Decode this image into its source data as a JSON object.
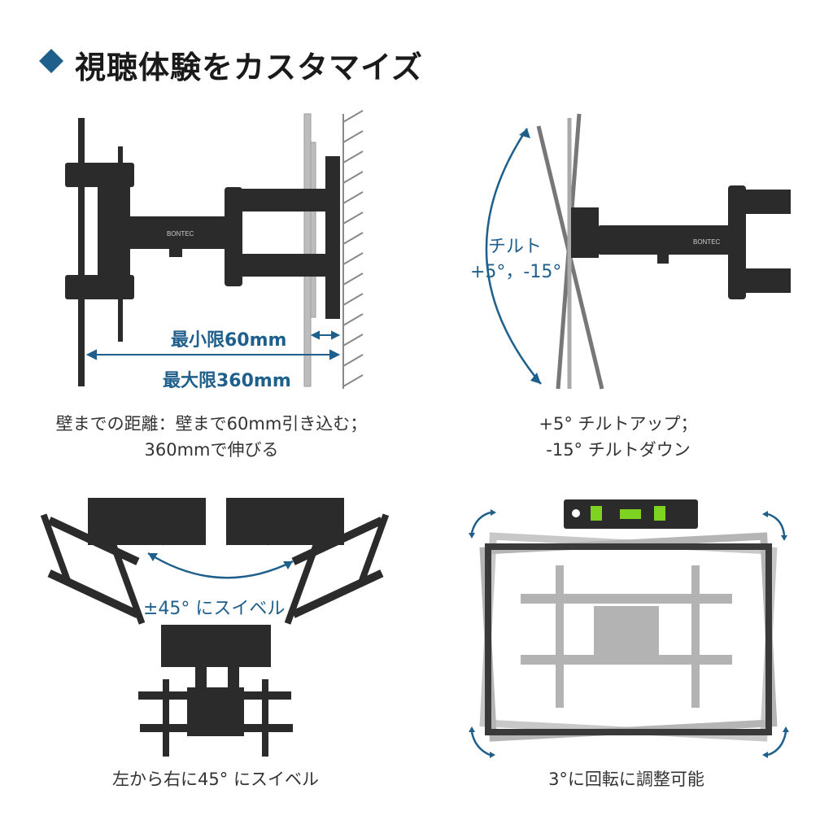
{
  "header": {
    "title": "視聴体験をカスタマイズ"
  },
  "panel_distance": {
    "brand": "BONTEC",
    "min_label": "最小限60mm",
    "max_label": "最大限360mm",
    "caption_line1": "壁までの距離：壁まで60mm引き込む；",
    "caption_line2": "360mmで伸びる"
  },
  "panel_tilt": {
    "brand": "BONTEC",
    "arc_label_line1": "チルト",
    "arc_label_line2": "+5°，-15°",
    "caption_line1": "+5° チルトアップ；",
    "caption_line2": "-15° チルトダウン"
  },
  "panel_swivel": {
    "arc_label": "±45° にスイベル",
    "caption": "左から右に45° にスイベル"
  },
  "panel_rotate": {
    "caption": "3°に回転に調整可能"
  },
  "colors": {
    "accent": "#1e5f8c",
    "metal": "#2b2b2b",
    "metal_light": "#9a9a9a"
  }
}
